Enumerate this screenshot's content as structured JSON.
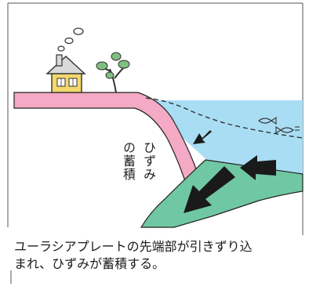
{
  "diagram": {
    "label_strain": "ひずみの蓄積",
    "label_strain_col1": "ひずみ",
    "label_strain_col2": "の蓄積",
    "caption_line1": "ユーラシアプレートの先端部が引きずり込",
    "caption_line2": "まれ、ひずみが蓄積する。",
    "colors": {
      "continental_plate": "#f4a9c4",
      "ocean_water": "#a9ddf4",
      "oceanic_plate": "#6fc7a4",
      "arrow": "#1a1a1a",
      "house": "#f3d86b",
      "house_roof": "#c9c9c9"
    },
    "icons": [
      "house-icon",
      "tree-icon",
      "fish-icon",
      "arrow-icon",
      "smoke-icon"
    ]
  }
}
